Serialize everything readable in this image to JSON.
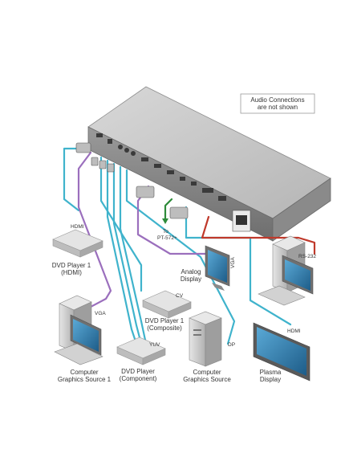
{
  "note": {
    "line1": "Audio Connections",
    "line2": "are not shown"
  },
  "devices": {
    "dvd_hdmi": {
      "line1": "DVD Player 1",
      "line2": "(HDMI)",
      "port": "HDMI"
    },
    "dvd_composite": {
      "line1": "DVD Player 1",
      "line2": "(Composite)",
      "port": "CV"
    },
    "dvd_component": {
      "line1": "DVD Player",
      "line2": "(Component)",
      "port": "YUV"
    },
    "pc1": {
      "line1": "Computer",
      "line2": "Graphics Source 1",
      "port": "VGA"
    },
    "pc2": {
      "line1": "Computer",
      "line2": "Graphics Source",
      "port": "DP"
    },
    "analog_display": {
      "line1": "Analog",
      "line2": "Display",
      "port": "VGA"
    },
    "plasma": {
      "line1": "Plasma",
      "line2": "Display",
      "port": "HDMI"
    },
    "pt572": {
      "line1": "To",
      "line2": "PT-572+"
    },
    "rs232": {
      "label": "RS-232"
    }
  },
  "colors": {
    "cable_blue": "#3fb3cc",
    "cable_purple": "#9b6fbd",
    "cable_red": "#c0392b",
    "cable_green": "#2e8b3a",
    "device_body": "#c9c9c9",
    "device_dark": "#8a8a8a",
    "screen_blue": "#2a6f9e"
  }
}
